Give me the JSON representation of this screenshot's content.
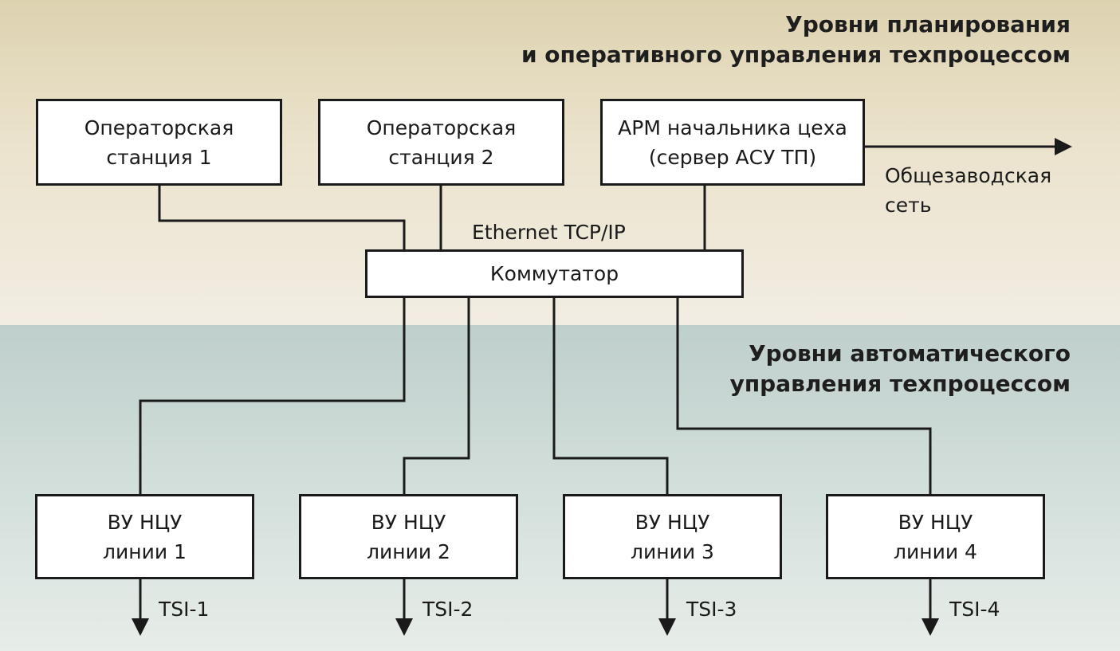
{
  "headings": {
    "planning": [
      "Уровни планирования",
      "и оперативного управления техпроцессом"
    ],
    "automatic": [
      "Уровни автоматического",
      "управления техпроцессом"
    ]
  },
  "top_boxes": [
    {
      "lines": [
        "Операторская",
        "станция 1"
      ]
    },
    {
      "lines": [
        "Операторская",
        "станция 2"
      ]
    },
    {
      "lines": [
        "АРМ начальника цеха",
        "(сервер АСУ ТП)"
      ]
    }
  ],
  "plant_network": [
    "Общезаводская",
    "сеть"
  ],
  "network_label": "Ethernet TCP/IP",
  "switch_label": "Коммутатор",
  "bottom_boxes": [
    {
      "lines": [
        "ВУ НЦУ",
        "линии 1"
      ],
      "output": "TSI-1"
    },
    {
      "lines": [
        "ВУ НЦУ",
        "линии 2"
      ],
      "output": "TSI-2"
    },
    {
      "lines": [
        "ВУ НЦУ",
        "линии 3"
      ],
      "output": "TSI-3"
    },
    {
      "lines": [
        "ВУ НЦУ",
        "линии 4"
      ],
      "output": "TSI-4"
    }
  ]
}
